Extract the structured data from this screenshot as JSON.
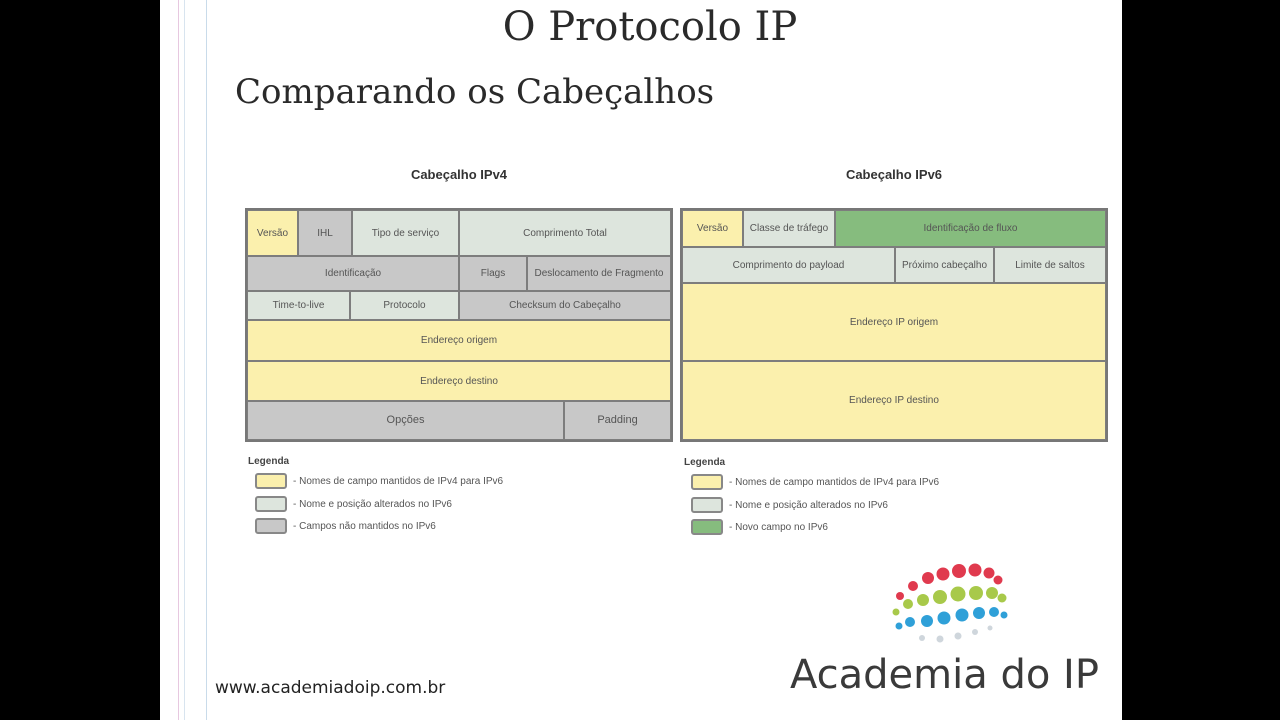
{
  "slide": {
    "title": "O Protocolo IP",
    "subtitle": "Comparando os Cabeçalhos",
    "url": "www.academiadoip.com.br",
    "logo_text": "Academia do IP"
  },
  "ipv4": {
    "title": "Cabeçalho IPv4",
    "cells": {
      "versao": "Versão",
      "ihl": "IHL",
      "tipo_servico": "Tipo de serviço",
      "comprimento_total": "Comprimento Total",
      "identificacao": "Identificação",
      "flags": "Flags",
      "deslocamento": "Deslocamento de Fragmento",
      "ttl": "Time-to-live",
      "protocolo": "Protocolo",
      "checksum": "Checksum do Cabeçalho",
      "origem": "Endereço origem",
      "destino": "Endereço destino",
      "opcoes": "Opções",
      "padding": "Padding"
    },
    "legend": {
      "title": "Legenda",
      "items": [
        "- Nomes de campo mantidos de IPv4 para IPv6",
        "- Nome e posição alterados no IPv6",
        "- Campos não mantidos no IPv6"
      ]
    }
  },
  "ipv6": {
    "title": "Cabeçalho IPv6",
    "cells": {
      "versao": "Versão",
      "classe_trafego": "Classe de tráfego",
      "identificacao_fluxo": "Identificação de fluxo",
      "comprimento_payload": "Comprimento do payload",
      "proximo_cabecalho": "Próximo cabeçalho",
      "limite_saltos": "Limite de saltos",
      "origem": "Endereço IP origem",
      "destino": "Endereço IP destino"
    },
    "legend": {
      "title": "Legenda",
      "items": [
        "- Nomes de campo mantidos de IPv4 para IPv6",
        "- Nome e posição alterados no IPv6",
        "- Novo campo no IPv6"
      ]
    }
  },
  "colors": {
    "kept": "#fbf0ad",
    "changed": "#dde5dd",
    "removed": "#c8c8c8",
    "new": "#86bc7e"
  }
}
